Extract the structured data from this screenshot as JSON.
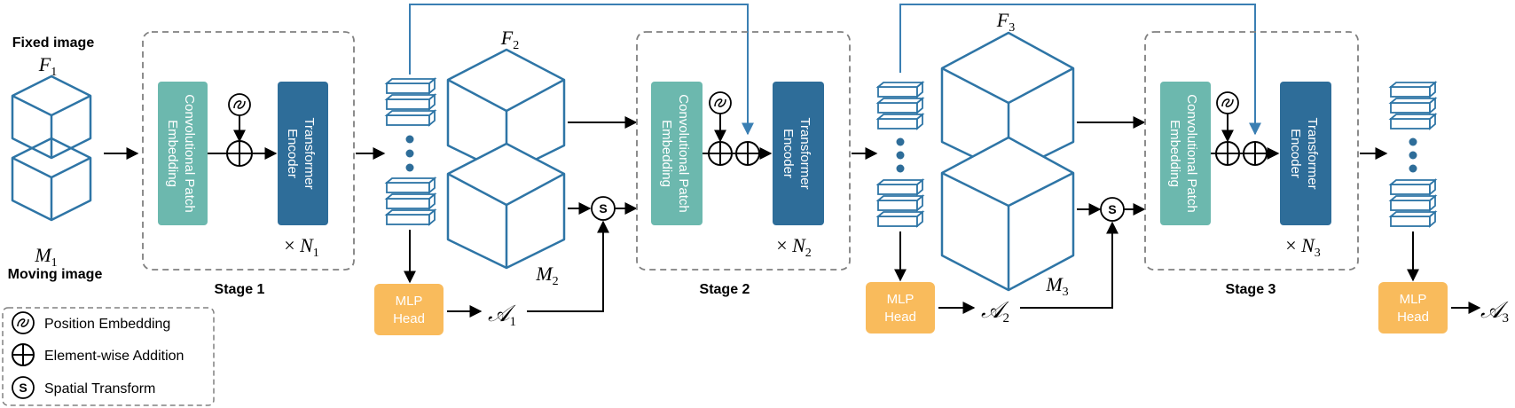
{
  "colors": {
    "cube_stroke": "#2e75a6",
    "conv_fill": "#6cb8ae",
    "transformer_fill": "#2e6d99",
    "token_stroke": "#2e75a6",
    "mlp_fill": "#f9bb5c",
    "dashed": "#808080",
    "skip_line": "#3a7fb3"
  },
  "input": {
    "fixed_label": "Fixed image",
    "fixed_symbol": "F",
    "fixed_sub": "1",
    "moving_label": "Moving image",
    "moving_symbol": "M",
    "moving_sub": "1"
  },
  "stages": [
    {
      "label": "Stage 1",
      "conv_label_line1": "Convolutional Patch",
      "conv_label_line2": "Embedding",
      "transformer_label_line1": "Transformer",
      "transformer_label_line2": "Encoder",
      "repeat_prefix": "× ",
      "repeat_symbol": "N",
      "repeat_sub": "1"
    },
    {
      "label": "Stage 2",
      "conv_label_line1": "Convolutional Patch",
      "conv_label_line2": "Embedding",
      "transformer_label_line1": "Transformer",
      "transformer_label_line2": "Encoder",
      "repeat_prefix": "× ",
      "repeat_symbol": "N",
      "repeat_sub": "2"
    },
    {
      "label": "Stage 3",
      "conv_label_line1": "Convolutional Patch",
      "conv_label_line2": "Embedding",
      "transformer_label_line1": "Transformer",
      "transformer_label_line2": "Encoder",
      "repeat_prefix": "× ",
      "repeat_symbol": "N",
      "repeat_sub": "3"
    }
  ],
  "intermediate": [
    {
      "fixed_symbol": "F",
      "fixed_sub": "2",
      "moving_symbol": "M",
      "moving_sub": "2",
      "affine_symbol": "𝒜",
      "affine_sub": "1",
      "mlp_line1": "MLP",
      "mlp_line2": "Head",
      "spatial_symbol": "S"
    },
    {
      "fixed_symbol": "F",
      "fixed_sub": "3",
      "moving_symbol": "M",
      "moving_sub": "3",
      "affine_symbol": "𝒜",
      "affine_sub": "2",
      "mlp_line1": "MLP",
      "mlp_line2": "Head",
      "spatial_symbol": "S"
    }
  ],
  "final": {
    "affine_symbol": "𝒜",
    "affine_sub": "3",
    "mlp_line1": "MLP",
    "mlp_line2": "Head"
  },
  "legend": {
    "position_embedding": "Position Embedding",
    "element_wise_addition": "Element-wise Addition",
    "spatial_transform": "Spatial Transform",
    "spatial_symbol": "S"
  }
}
